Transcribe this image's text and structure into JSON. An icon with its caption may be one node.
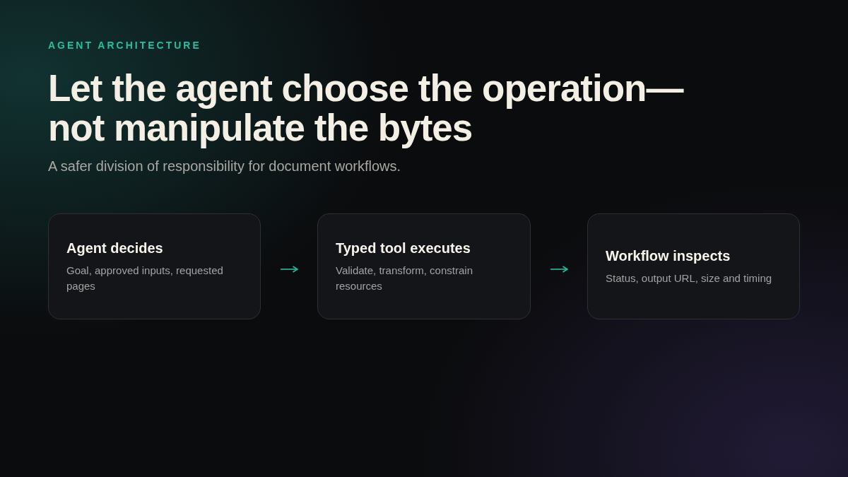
{
  "diagram": {
    "title": "Let the agent choose the operation—not manipulate the bytes",
    "nodes": [
      {
        "text": [
          "Agent decides",
          "Goal, approved inputs, requested pages"
        ]
      },
      {
        "text": [
          "Typed tool executes",
          "Validate, transform, constrain resources"
        ]
      },
      {
        "text": [
          "Workflow inspects",
          "Status, output URL, size and timing"
        ]
      }
    ],
    "edges": [
      {
        "from": 0,
        "to": 1,
        "arrow": "to"
      },
      {
        "from": 1,
        "to": 2,
        "arrow": "to"
      }
    ],
    "labels": [
      "AGENT ARCHITECTURE",
      "A safer division of responsibility for document workflows."
    ]
  }
}
